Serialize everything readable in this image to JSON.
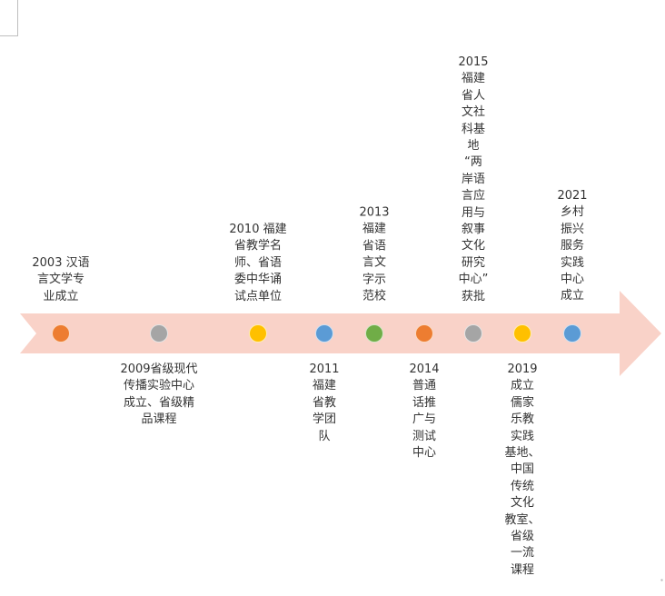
{
  "timeline": {
    "colors": {
      "arrow": "#f9d2c8",
      "arrow_tip": "#f6c3b6"
    },
    "events": [
      {
        "lines": [
          "2003 汉语",
          "言文学专",
          "业成立"
        ],
        "position": "above",
        "color": "#ed7d31"
      },
      {
        "lines": [
          "2009省级现代",
          "传播实验中心",
          "成立、省级精",
          "品课程"
        ],
        "position": "below",
        "color": "#a5a5a5"
      },
      {
        "lines": [
          "2010 福建",
          "省教学名",
          "师、省语",
          "委中华诵",
          "试点单位"
        ],
        "position": "above",
        "color": "#ffc000"
      },
      {
        "lines": [
          "2011",
          "福建",
          "省教",
          "学团",
          "队"
        ],
        "position": "below",
        "color": "#5b9bd5"
      },
      {
        "lines": [
          "2013",
          "福建",
          "省语",
          "言文",
          "字示",
          "范校"
        ],
        "position": "above",
        "color": "#70ad47"
      },
      {
        "lines": [
          "2014",
          "普通",
          "话推",
          "广与",
          "测试",
          "中心"
        ],
        "position": "below",
        "color": "#ed7d31"
      },
      {
        "lines": [
          "2015",
          "福建",
          "省人",
          "文社",
          "科基",
          "地",
          "“两",
          "岸语",
          "言应",
          "用与",
          "叙事",
          "文化",
          "研究",
          "中心”",
          "获批"
        ],
        "position": "above",
        "color": "#a5a5a5"
      },
      {
        "lines": [
          "2019",
          "成立",
          "儒家",
          "乐教",
          "实践",
          "基地、",
          "中国",
          "传统",
          "文化",
          "教室、",
          "省级",
          "一流",
          "课程"
        ],
        "position": "below",
        "color": "#ffc000"
      },
      {
        "lines": [
          "2021",
          "乡村",
          "振兴",
          "服务",
          "实践",
          "中心",
          "成立"
        ],
        "position": "above",
        "color": "#5b9bd5"
      }
    ]
  }
}
